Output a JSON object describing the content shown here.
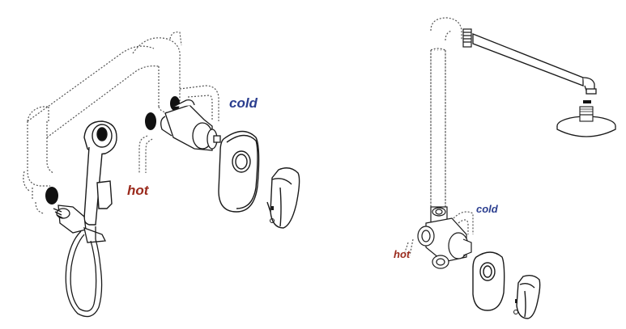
{
  "diagrams": [
    {
      "name": "bidet-shower-mixer",
      "labels": {
        "cold": "cold",
        "hot": "hot"
      }
    },
    {
      "name": "concealed-shower-set",
      "labels": {
        "cold": "cold",
        "hot": "hot"
      }
    }
  ],
  "colors": {
    "cold": "#2b3e8f",
    "hot": "#9a2a1c",
    "line": "#1a1a1a",
    "dashed": "#555555"
  }
}
